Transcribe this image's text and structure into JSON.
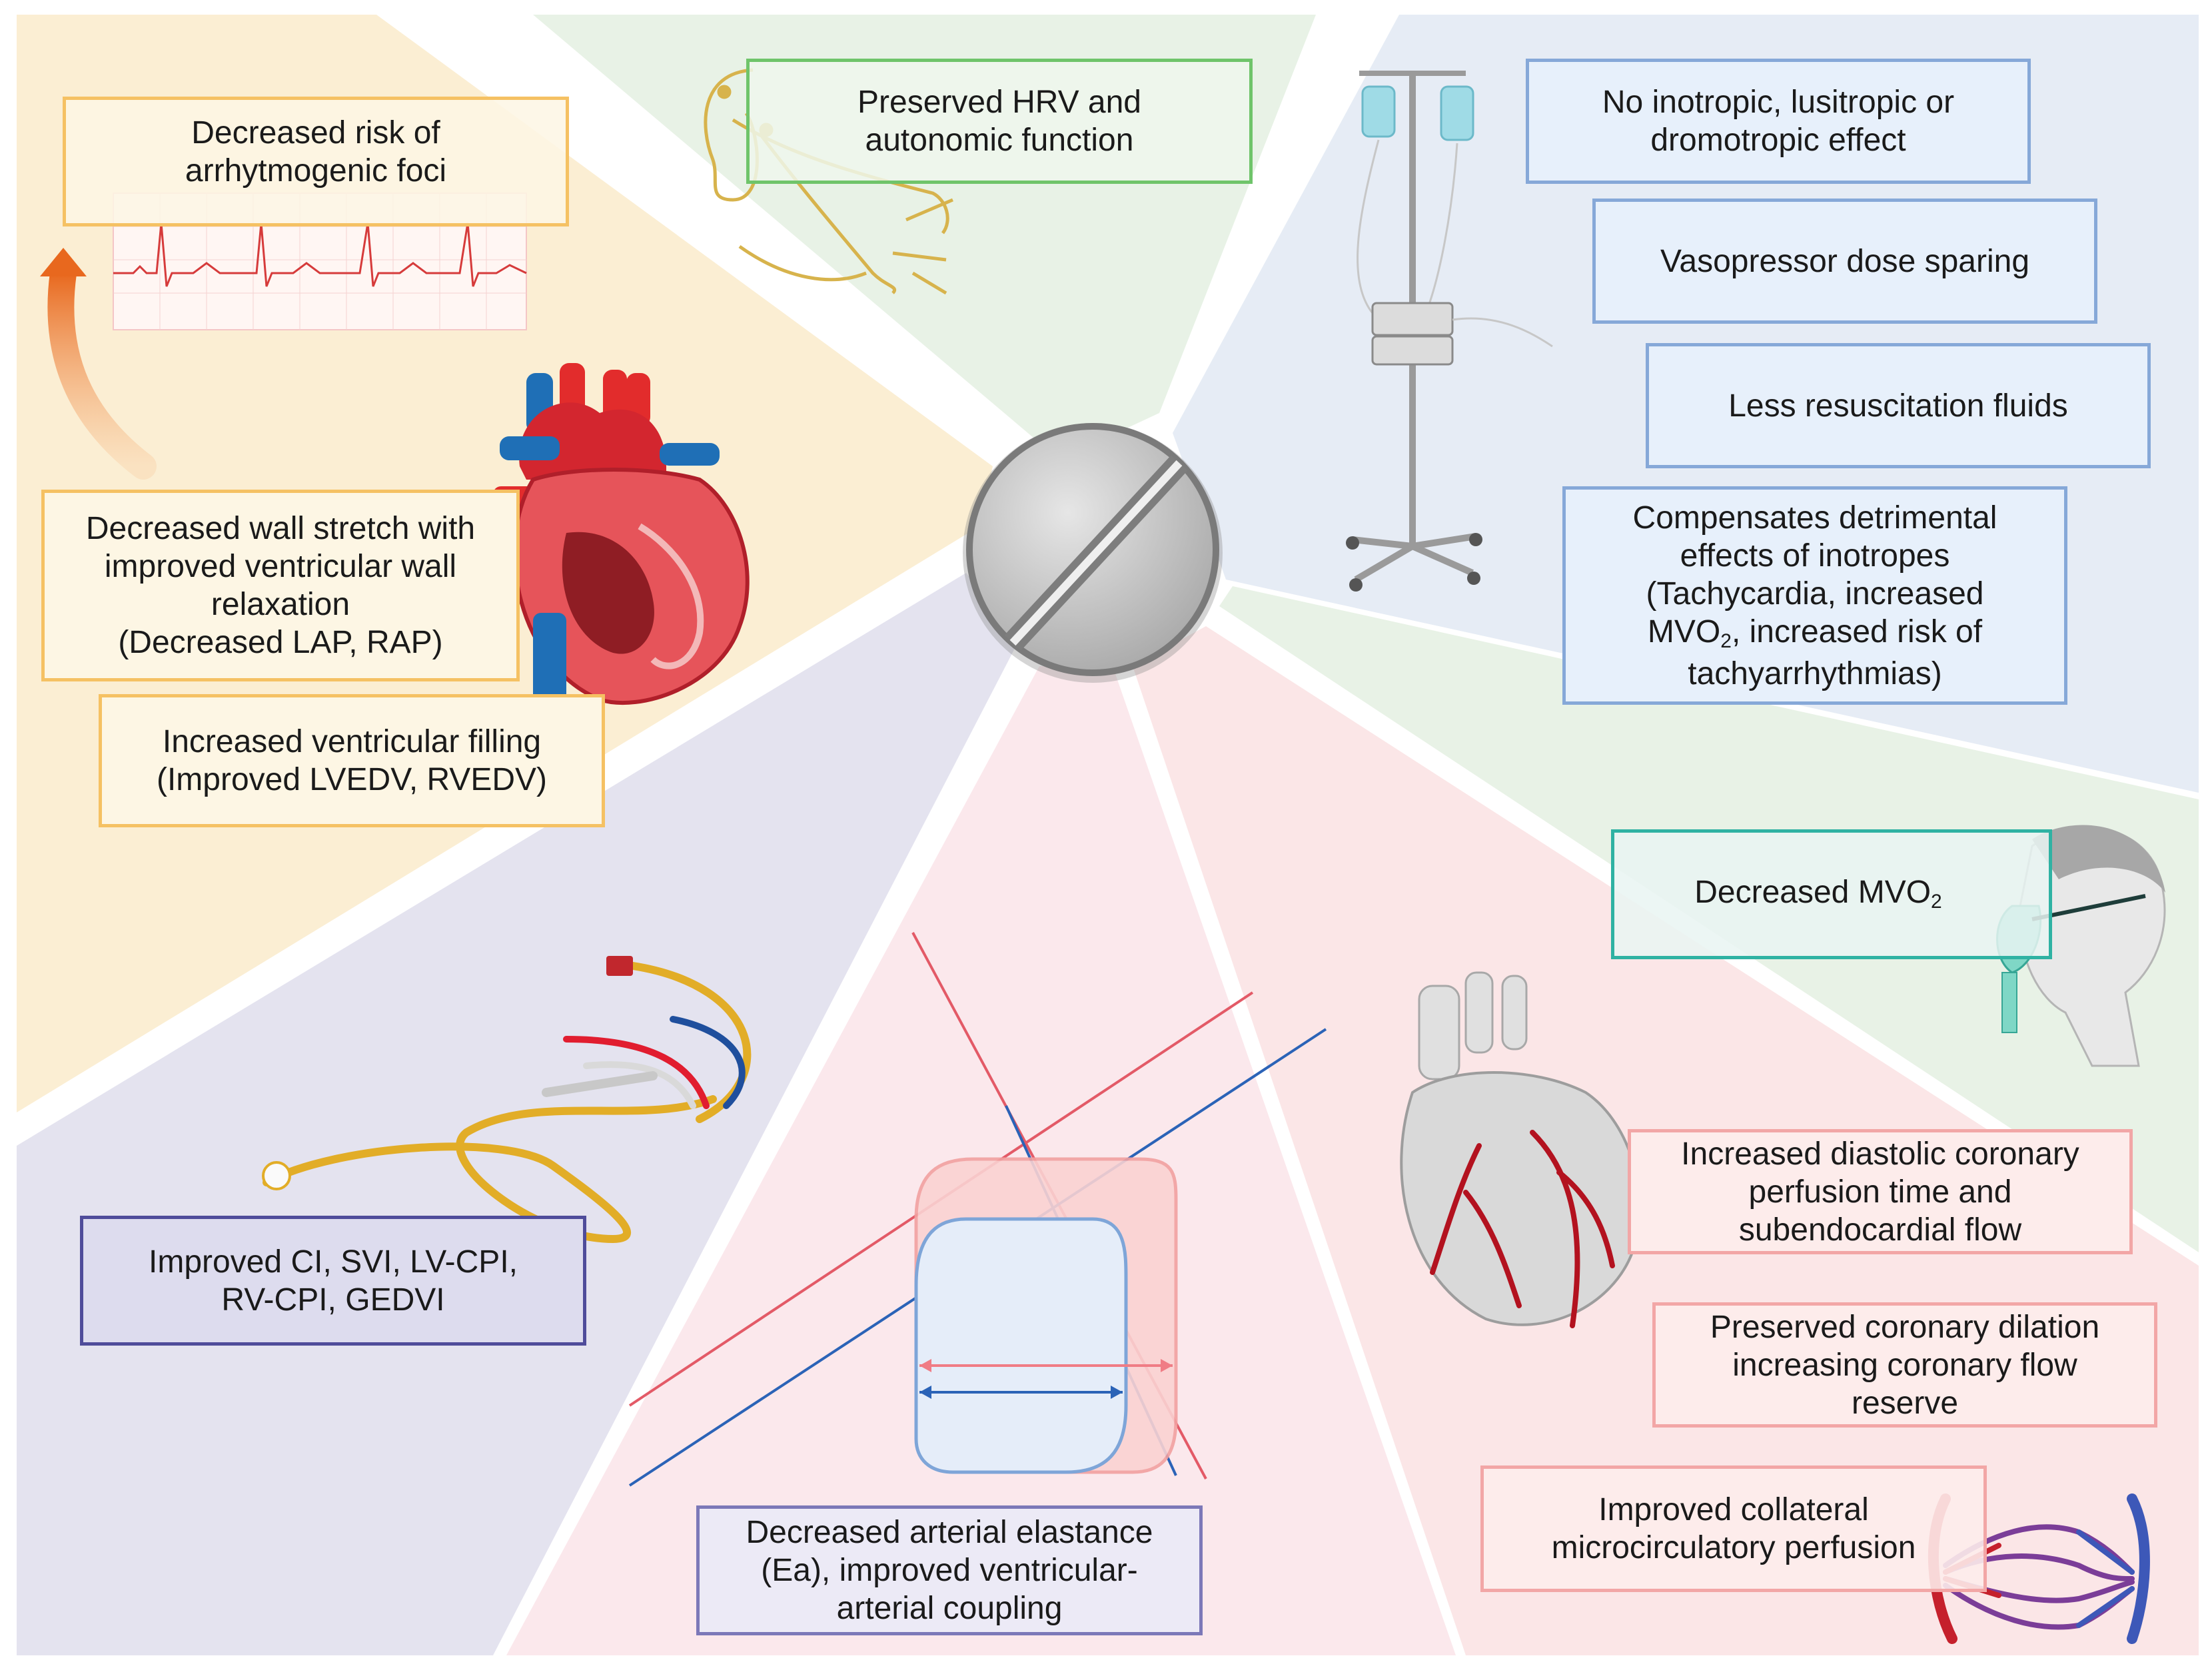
{
  "colors": {
    "sector_yellow": "#fbeed3",
    "sector_green": "#e8f2e6",
    "sector_blue": "#e5ecf5",
    "sector_pink": "#fbe5e8",
    "sector_purple": "#e3e2ef",
    "ecg_red": "#d63b3b",
    "arrow_orange": "#ee7d27"
  },
  "boxes": {
    "arrhythmogenic": [
      "Decreased risk of",
      "arrhytmogenic foci"
    ],
    "wall_stretch": [
      "Decreased wall stretch with",
      "improved ventricular wall",
      "relaxation",
      "(Decreased LAP, RAP)"
    ],
    "filling": [
      "Increased ventricular filling",
      "(Improved LVEDV, RVEDV)"
    ],
    "hrv": [
      "Preserved HRV and",
      "autonomic function"
    ],
    "no_inotropic": [
      "No inotropic, lusitropic or",
      "dromotropic effect"
    ],
    "vasopressor": [
      "Vasopressor dose sparing"
    ],
    "fluids": [
      "Less resuscitation fluids"
    ],
    "compensates": {
      "line1": "Compensates detrimental",
      "line2": "effects of inotropes",
      "line3": "(Tachycardia, increased",
      "line4_pre": "MVO",
      "line4_sub": "2",
      "line4_post": ", increased risk of",
      "line5": "tachyarrhythmias)"
    },
    "mvo2": {
      "pre": "Decreased MVO",
      "sub": "2"
    },
    "diastolic": [
      "Increased diastolic coronary",
      "perfusion time and",
      "subendocardial flow"
    ],
    "dilation": [
      "Preserved coronary dilation",
      "increasing coronary flow",
      "reserve"
    ],
    "collateral": [
      "Improved collateral",
      "microcirculatory perfusion"
    ],
    "ci": [
      "Improved CI, SVI, LV-CPI,",
      "RV-CPI, GEDVI"
    ],
    "elastance": [
      "Decreased arterial elastance",
      "(Ea), improved ventricular-",
      "arterial coupling"
    ]
  },
  "icons": [
    "pill-icon",
    "heart-icon",
    "ecg-strip-icon",
    "nerve-icon",
    "iv-pole-icon",
    "oxygen-mask-icon",
    "coronary-heart-icon",
    "catheter-icon",
    "pv-loop-icon",
    "capillary-bed-icon",
    "curved-arrow-icon"
  ]
}
